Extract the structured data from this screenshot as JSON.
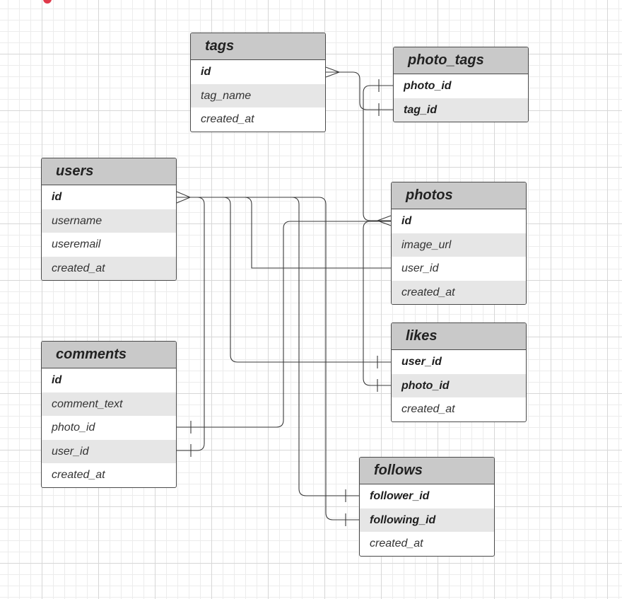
{
  "diagram": {
    "accent_color": "#e0394a",
    "header_color": "#c9c9c9",
    "entities": {
      "tags": {
        "name": "tags",
        "fields": [
          "id",
          "tag_name",
          "created_at"
        ]
      },
      "photo_tags": {
        "name": "photo_tags",
        "fields": [
          "photo_id",
          "tag_id"
        ]
      },
      "users": {
        "name": "users",
        "fields": [
          "id",
          "username",
          "useremail",
          "created_at"
        ]
      },
      "photos": {
        "name": "photos",
        "fields": [
          "id",
          "image_url",
          "user_id",
          "created_at"
        ]
      },
      "comments": {
        "name": "comments",
        "fields": [
          "id",
          "comment_text",
          "photo_id",
          "user_id",
          "created_at"
        ]
      },
      "likes": {
        "name": "likes",
        "fields": [
          "user_id",
          "photo_id",
          "created_at"
        ]
      },
      "follows": {
        "name": "follows",
        "fields": [
          "follower_id",
          "following_id",
          "created_at"
        ]
      }
    },
    "relationships": [
      {
        "from": "tags.id",
        "to": "photo_tags.tag_id",
        "from_end": "crow-foot",
        "to_end": "one"
      },
      {
        "from": "photos.id",
        "to": "photo_tags.photo_id",
        "from_end": "crow-foot",
        "to_end": "one"
      },
      {
        "from": "users.id",
        "to": "photos.user_id",
        "from_end": "crow-foot",
        "to_end": "line"
      },
      {
        "from": "users.id",
        "to": "comments.user_id",
        "from_end": "crow-foot",
        "to_end": "one"
      },
      {
        "from": "photos.id",
        "to": "comments.photo_id",
        "from_end": "crow-foot",
        "to_end": "one"
      },
      {
        "from": "users.id",
        "to": "likes.user_id",
        "from_end": "crow-foot",
        "to_end": "one"
      },
      {
        "from": "photos.id",
        "to": "likes.photo_id",
        "from_end": "crow-foot",
        "to_end": "one"
      },
      {
        "from": "users.id",
        "to": "follows.follower_id",
        "from_end": "crow-foot",
        "to_end": "one"
      },
      {
        "from": "users.id",
        "to": "follows.following_id",
        "from_end": "crow-foot",
        "to_end": "one"
      }
    ]
  }
}
